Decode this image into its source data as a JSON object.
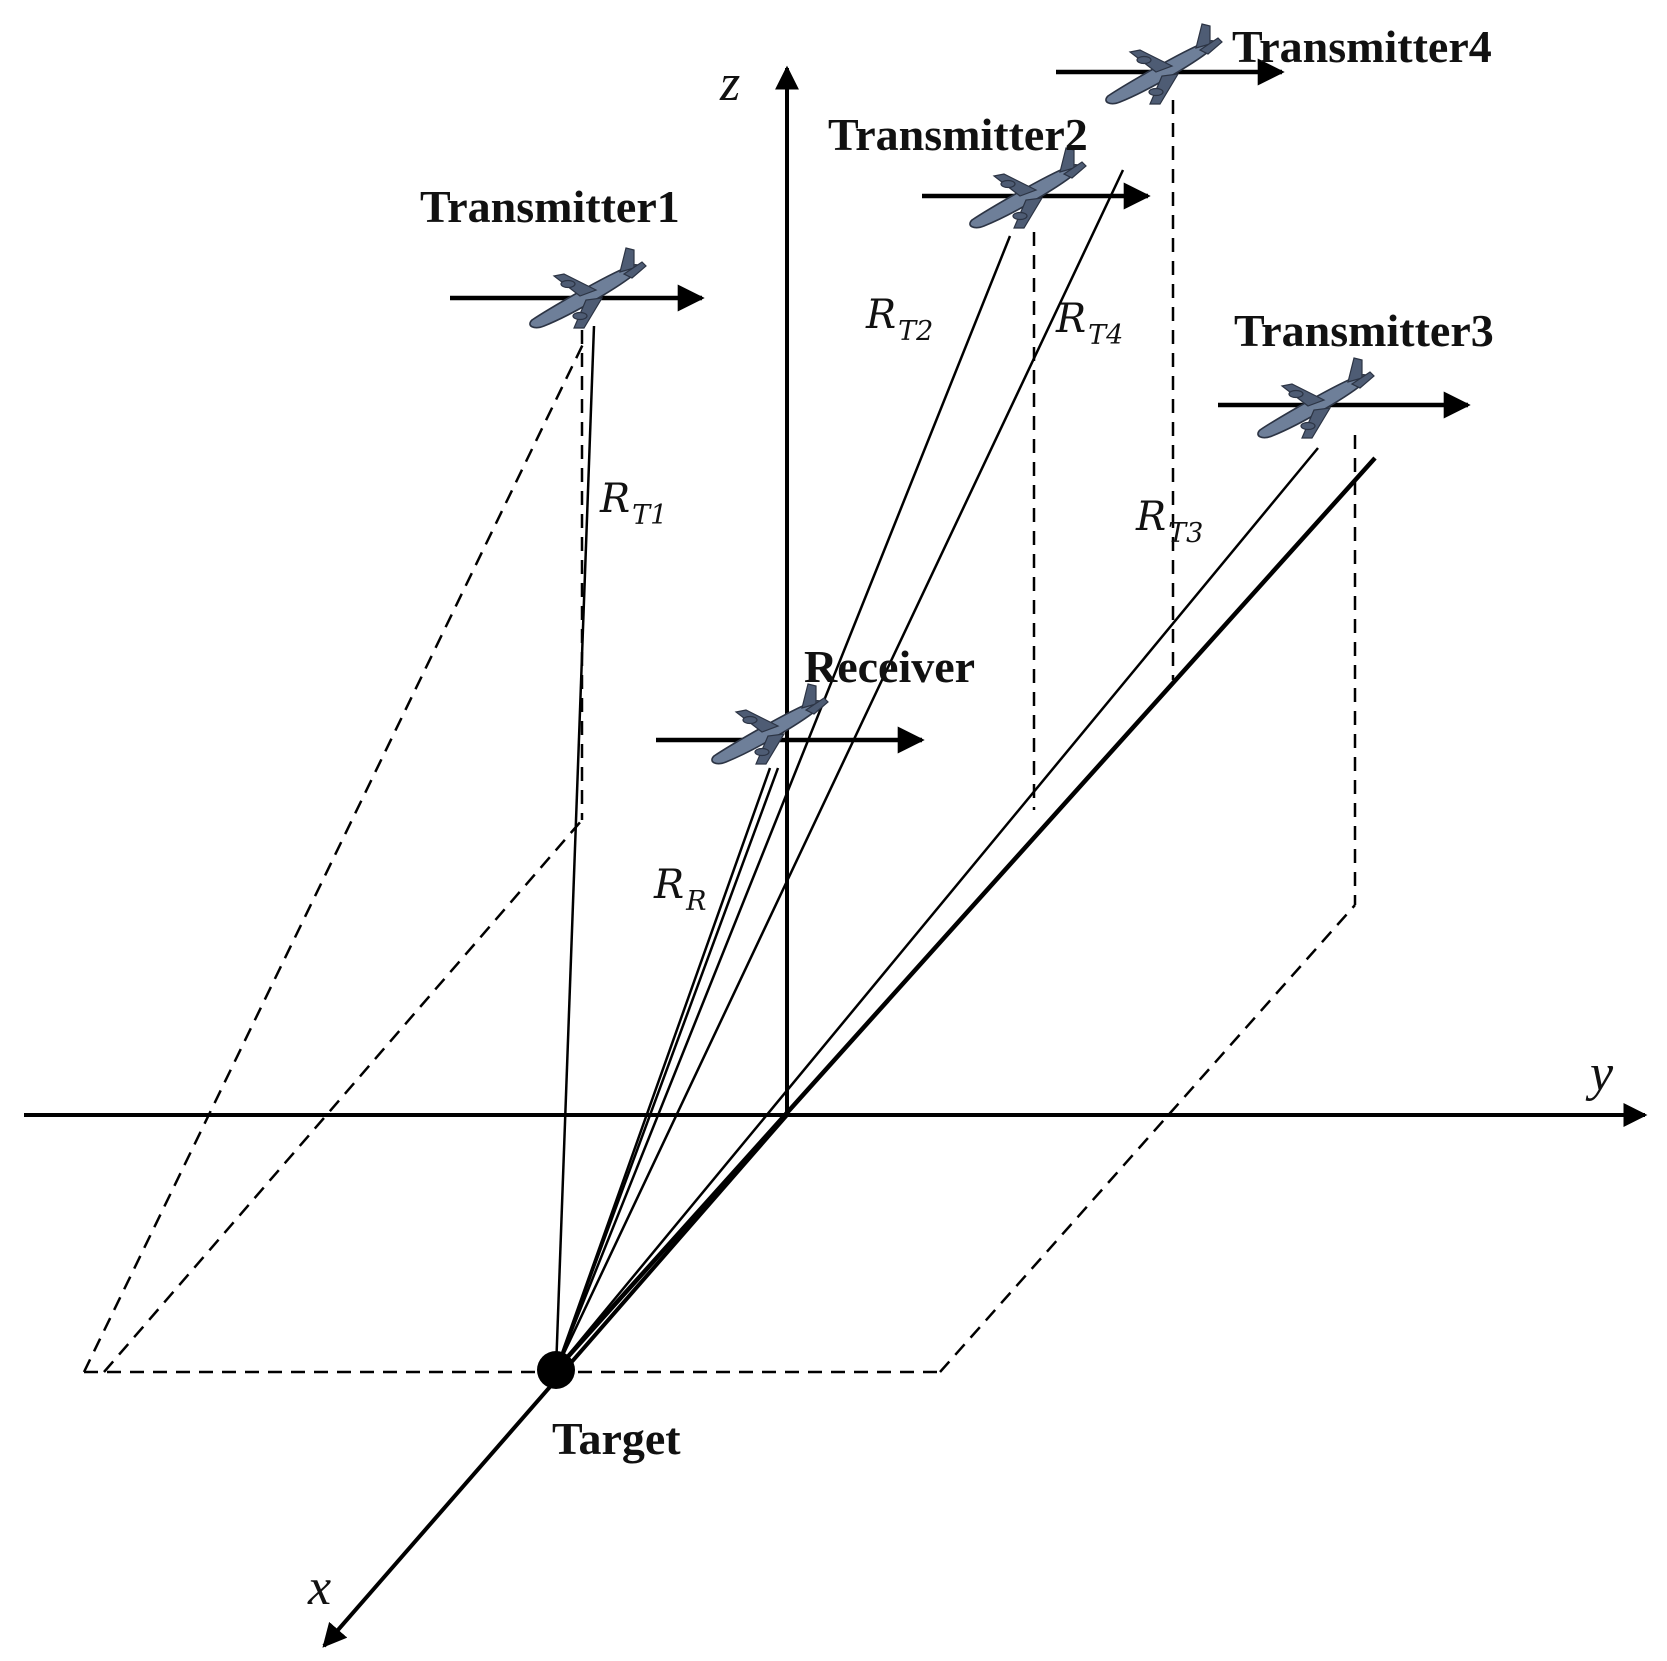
{
  "diagram": {
    "axes": {
      "x": "x",
      "y": "y",
      "z": "z"
    },
    "nodes": {
      "target": "Target",
      "receiver": "Receiver",
      "transmitter1": "Transmitter1",
      "transmitter2": "Transmitter2",
      "transmitter3": "Transmitter3",
      "transmitter4": "Transmitter4"
    },
    "ranges": {
      "rt1": {
        "base": "R",
        "sub": "T1"
      },
      "rt2": {
        "base": "R",
        "sub": "T2"
      },
      "rt3": {
        "base": "R",
        "sub": "T3"
      },
      "rt4": {
        "base": "R",
        "sub": "T4"
      },
      "rr": {
        "base": "R",
        "sub": "R"
      }
    },
    "colors": {
      "aircraft": "#6e7f99",
      "lines": "#000000"
    }
  }
}
